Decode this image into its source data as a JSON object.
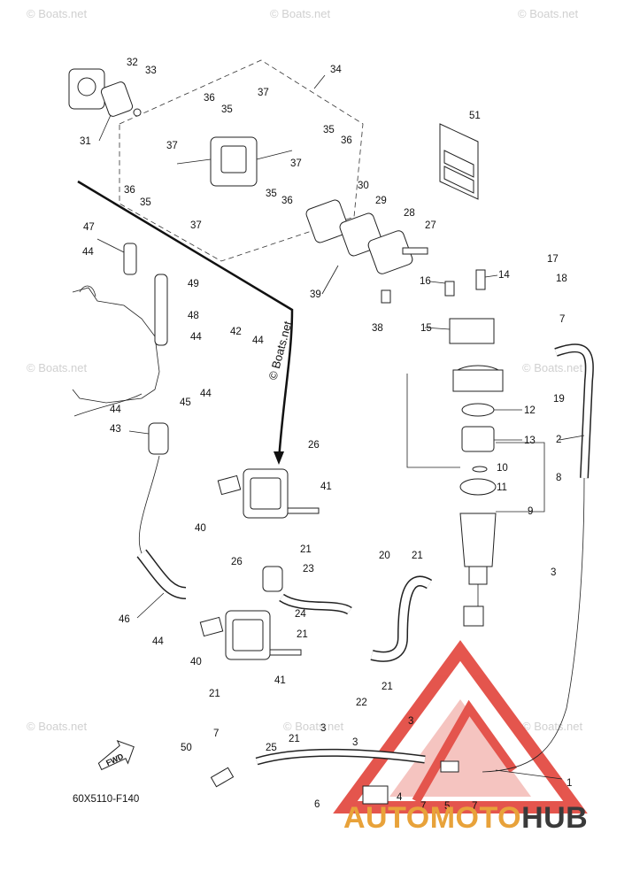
{
  "diagram": {
    "part_code": "60X5110-F140",
    "center_watermark": "© Boats.net",
    "fwd_label": "FWD",
    "watermark_text": "© Boats.net",
    "callouts": [
      "1",
      "2",
      "3",
      "4",
      "5",
      "6",
      "7",
      "8",
      "9",
      "10",
      "11",
      "12",
      "13",
      "14",
      "15",
      "16",
      "17",
      "18",
      "19",
      "20",
      "21",
      "22",
      "23",
      "24",
      "25",
      "26",
      "27",
      "28",
      "29",
      "30",
      "31",
      "32",
      "33",
      "34",
      "35",
      "36",
      "37",
      "38",
      "39",
      "40",
      "41",
      "42",
      "43",
      "44",
      "45",
      "46",
      "47",
      "48",
      "49",
      "50",
      "51"
    ]
  },
  "brand": {
    "part_a": "AUTOMOTO",
    "part_b": "HUB",
    "color_a": "#e8a23a",
    "color_b": "#3a3a3a",
    "logo_color": "#e0382f"
  }
}
